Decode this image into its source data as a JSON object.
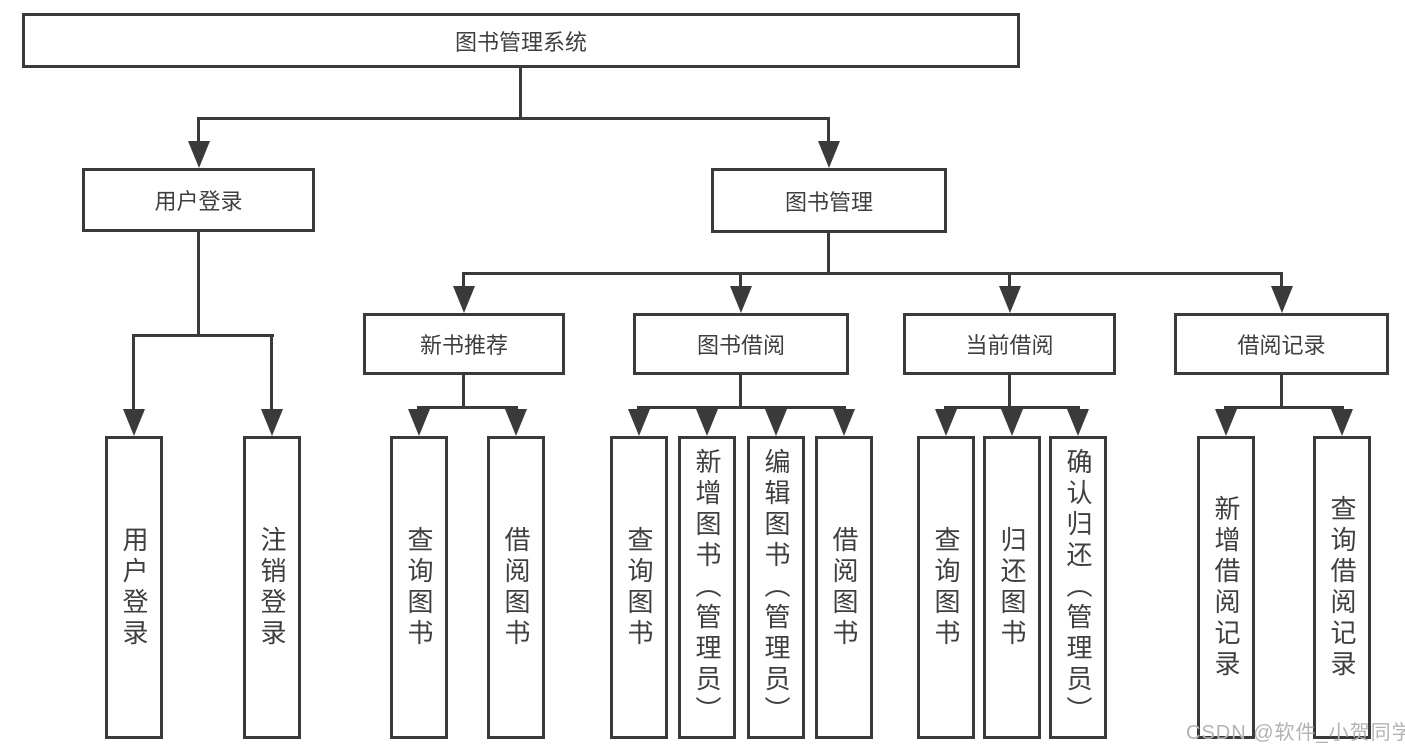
{
  "tree": {
    "root": "图书管理系统",
    "children": [
      {
        "label": "用户登录",
        "children": [
          "用户登录",
          "注销登录"
        ]
      },
      {
        "label": "图书管理",
        "children": [
          {
            "label": "新书推荐",
            "children": [
              "查询图书",
              "借阅图书"
            ]
          },
          {
            "label": "图书借阅",
            "children": [
              "查询图书",
              "新增图书（管理员）",
              "编辑图书（管理员）",
              "借阅图书"
            ]
          },
          {
            "label": "当前借阅",
            "children": [
              "查询图书",
              "归还图书",
              "确认归还（管理员）"
            ]
          },
          {
            "label": "借阅记录",
            "children": [
              "新增借阅记录",
              "查询借阅记录"
            ]
          }
        ]
      }
    ]
  },
  "watermark": {
    "text": "CSDN @软件_小贺同学"
  },
  "colors": {
    "line": "#3a3a3a",
    "text": "#3f3f3f",
    "fill": "#ffffff",
    "watermark": "#b3b3b3"
  }
}
